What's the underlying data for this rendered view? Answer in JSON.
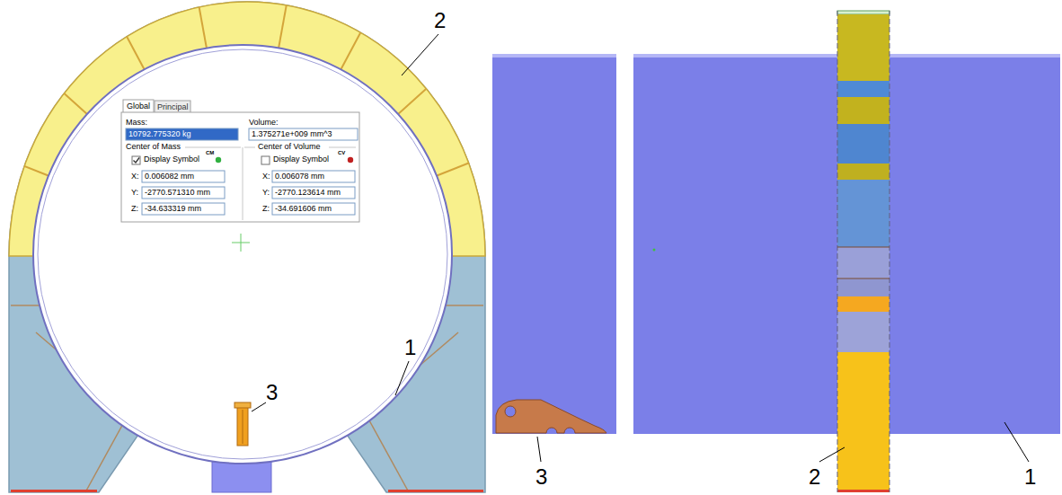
{
  "diagram": {
    "labels": [
      "2",
      "Global",
      "Principal",
      "Mass:",
      "10792.775320 kg",
      "Volume:",
      "1.375271e+009 mm^3",
      "Center of Mass",
      "Display Symbol",
      "CM",
      "X:",
      "0.006082 mm",
      "Y:",
      "-2770.571310 mm",
      "Z:",
      "-34.633319 mm",
      "Center of Volume",
      "Display Symbol",
      "CV",
      "X:",
      "0.006078 mm",
      "Y:",
      "-2770.123614 mm",
      "Z:",
      "-34.691606 mm",
      "1",
      "3",
      "3",
      "2",
      "1"
    ]
  }
}
